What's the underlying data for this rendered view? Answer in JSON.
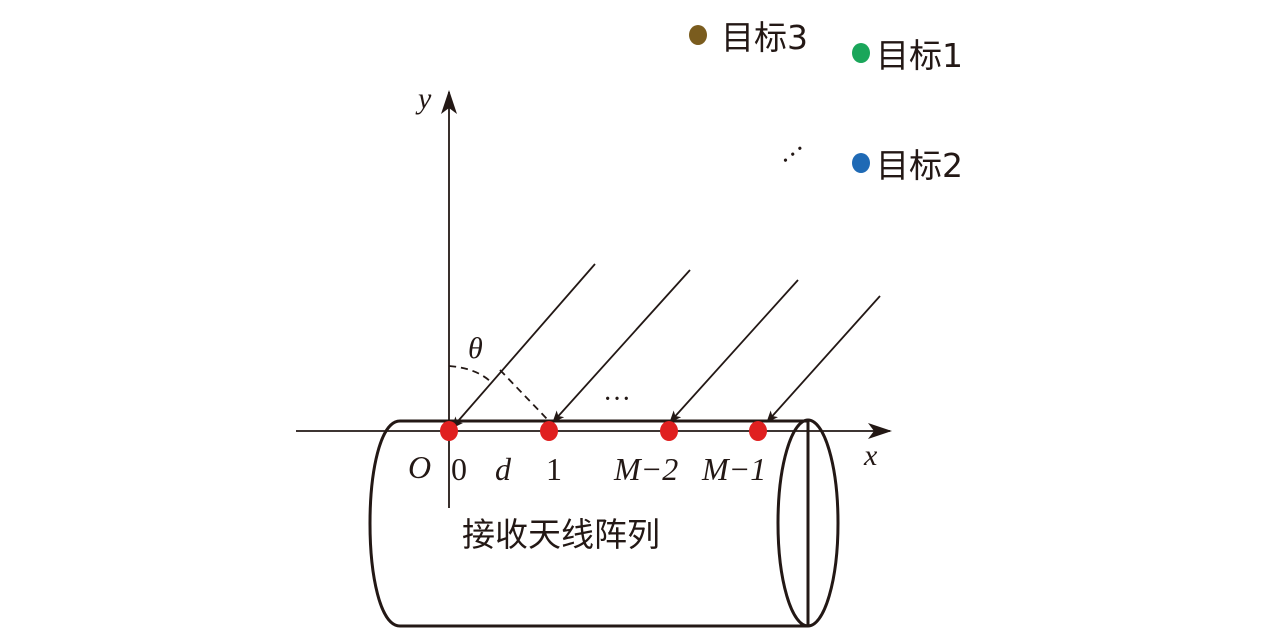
{
  "axes": {
    "x_label": "x",
    "y_label": "y",
    "origin_label": "O"
  },
  "angle_label": "θ",
  "spacing_label": "d",
  "elements": [
    "0",
    "1",
    "M−2",
    "M−1"
  ],
  "array_label": "接收天线阵列",
  "ellipsis": "···",
  "targets": [
    {
      "label": "目标3",
      "color": "#7a5c1e"
    },
    {
      "label": "目标1",
      "color": "#1aa65a"
    },
    {
      "label": "目标2",
      "color": "#1f6ab5"
    }
  ],
  "target_ellipsis": "···",
  "colors": {
    "element": "#e02020",
    "line": "#231815"
  }
}
